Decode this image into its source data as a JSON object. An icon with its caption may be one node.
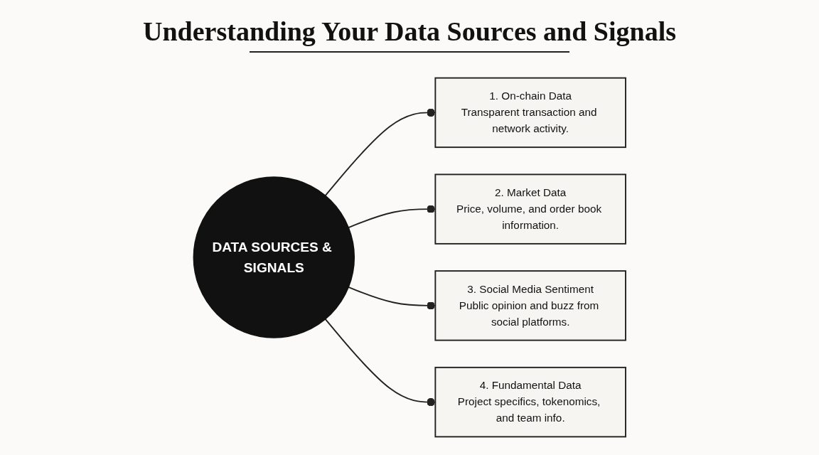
{
  "diagram": {
    "title": "Understanding Your Data Sources and Signals",
    "nodes": [
      {
        "text": [
          "1. On-chain Data",
          "Transparent transaction and network activity."
        ]
      },
      {
        "text": [
          "2. Market Data",
          "Price, volume, and order book information."
        ]
      },
      {
        "text": [
          "DATA SOURCES & SIGNALS"
        ]
      },
      {
        "text": [
          "3. Social Media Sentiment",
          "Public opinion and buzz from social platforms."
        ]
      },
      {
        "text": [
          "4. Fundamental Data",
          "Project specifics, tokenomics, and team info."
        ]
      }
    ],
    "edges": [
      {
        "from": 2,
        "to": 0,
        "arrow": "other"
      },
      {
        "from": 2,
        "to": 1,
        "arrow": "other"
      },
      {
        "from": 2,
        "to": 3,
        "arrow": "other"
      },
      {
        "from": 2,
        "to": 4,
        "arrow": "other"
      }
    ]
  }
}
